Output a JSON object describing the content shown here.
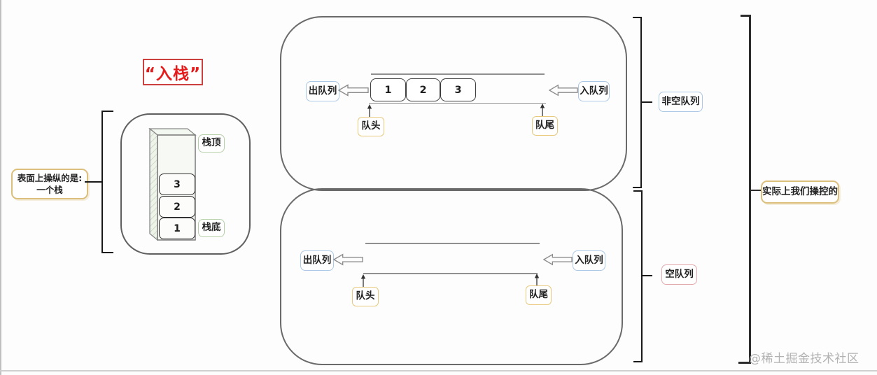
{
  "page": {
    "watermark": "@稀土掘金技术社区"
  },
  "stack": {
    "title": "“入栈”",
    "surface_note_line1": "表面上操纵的是:",
    "surface_note_line2": "一个栈",
    "top_label": "栈顶",
    "bottom_label": "栈底",
    "elements": [
      "3",
      "2",
      "1"
    ]
  },
  "queue_nonempty": {
    "bracket_label": "非空队列",
    "dequeue_label": "出队列",
    "enqueue_label": "入队列",
    "head_label": "队头",
    "tail_label": "队尾",
    "elements": [
      "1",
      "2",
      "3"
    ]
  },
  "queue_empty": {
    "bracket_label": "空队列",
    "dequeue_label": "出队列",
    "enqueue_label": "入队列",
    "head_label": "队头",
    "tail_label": "队尾"
  },
  "overall": {
    "right_note": "实际上我们操控的"
  },
  "colors": {
    "title_red": "#e51c1c",
    "tag_blue_border": "#abc8e7",
    "tag_yellow_border": "#e8c97e",
    "tag_green_border": "#b6d0a8",
    "tag_pink_border": "#e3a9ad",
    "tag_tan_border": "#dcbf7d",
    "bracket": "#191919",
    "container_border": "#6a6a6a"
  }
}
